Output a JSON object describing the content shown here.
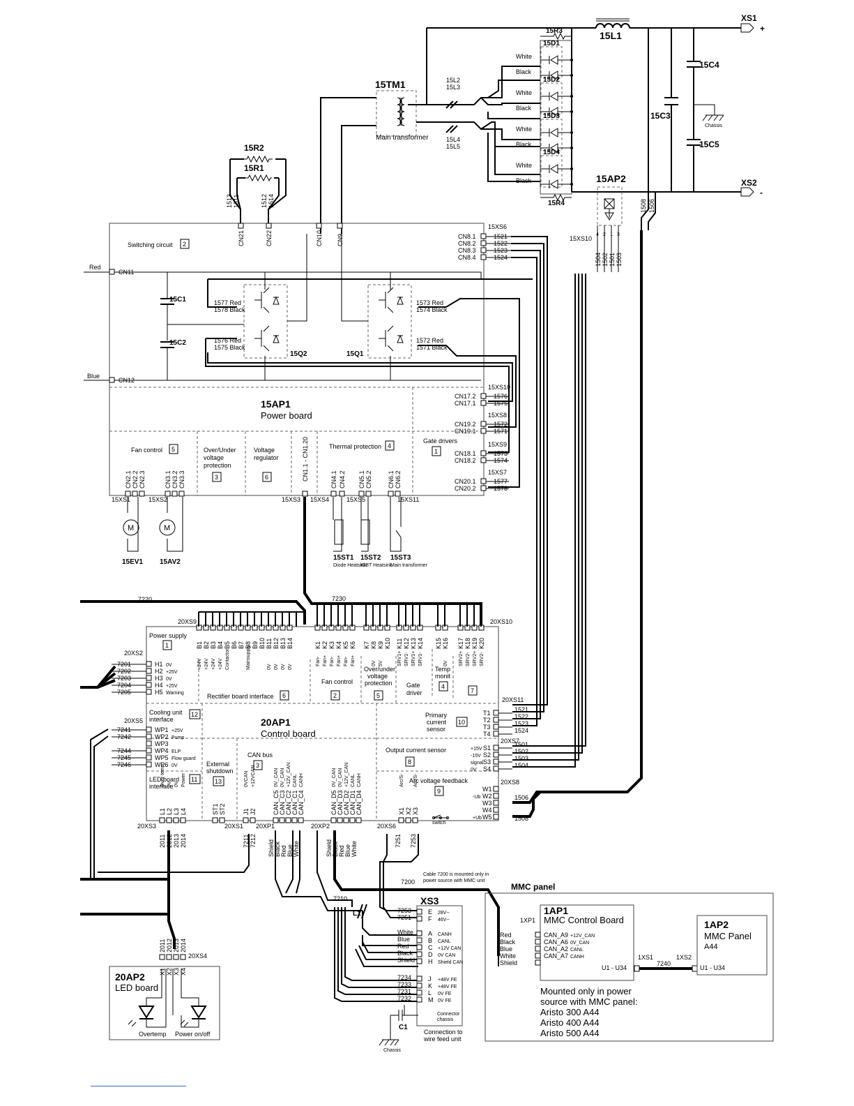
{
  "power": {
    "xs1": "XS1",
    "xs1_sign": "+",
    "xs2": "XS2",
    "xs2_sign": "-",
    "l1": "15L1",
    "c3": "15C3",
    "c4": "15C4",
    "c5": "15C5",
    "chassis": "Chassis",
    "r3": "15R3",
    "r4": "15R4",
    "diodes": [
      {
        "name": "15D1",
        "white": "White",
        "black": "Black"
      },
      {
        "name": "15D2",
        "white": "White",
        "black": "Black"
      },
      {
        "name": "15D3",
        "white": "White",
        "black": "Black"
      },
      {
        "name": "15D4",
        "white": "White",
        "black": "Black"
      }
    ],
    "tm1": "15TM1",
    "tm1_label": "Main transformer",
    "l2": "15L2",
    "l3": "15L3",
    "l4": "15L4",
    "l5": "15L5",
    "r2": "15R2",
    "r1": "15R1",
    "wires_r": [
      "1513",
      "1511",
      "1512",
      "1514"
    ],
    "ap2": "15AP2",
    "xs10_top": "15XS10",
    "ap2_wires": [
      "1504",
      "1502",
      "1501",
      "1503"
    ],
    "ap2_pins": [
      "4",
      "2",
      "1",
      "3"
    ],
    "w1508": "1508",
    "w1506": "1506"
  },
  "switching": {
    "title": "Switching circuit",
    "num": "2",
    "cn_top": [
      "CN21",
      "CN22",
      "CN10",
      "CN9"
    ],
    "red": "Red",
    "blue": "Blue",
    "cn11": "CN11",
    "cn12": "CN12",
    "c1": "15C1",
    "c2": "15C2",
    "q2": "15Q2",
    "q1": "15Q1",
    "q2_wires": [
      {
        "n": "1577",
        "c": "Red"
      },
      {
        "n": "1578",
        "c": "Black"
      },
      {
        "n": "1576",
        "c": "Red"
      },
      {
        "n": "1575",
        "c": "Black"
      }
    ],
    "q1_wires": [
      {
        "n": "1573",
        "c": "Red"
      },
      {
        "n": "1574",
        "c": "Black"
      },
      {
        "n": "1572",
        "c": "Red"
      },
      {
        "n": "1571",
        "c": "Black"
      }
    ],
    "xs6": "15XS6",
    "cn8": [
      {
        "cn": "CN8.1",
        "w": "1521"
      },
      {
        "cn": "CN8.2",
        "w": "1522"
      },
      {
        "cn": "CN8.3",
        "w": "1523"
      },
      {
        "cn": "CN8.4",
        "w": "1524"
      }
    ]
  },
  "powerboard": {
    "title": "15AP1",
    "subtitle": "Power board",
    "gate_drivers": "Gate drivers",
    "gate_num": "1",
    "fan_control": "Fan control",
    "fan_num": "5",
    "overunder": [
      "Over/Under",
      "voltage",
      "protection"
    ],
    "overunder_num": "3",
    "vreg": [
      "Voltage",
      "regulator"
    ],
    "vreg_num": "6",
    "cn1": "CN1.1 - CN1.20",
    "thermal": "Thermal protection",
    "thermal_num": "4",
    "xs10": "15XS10",
    "cn17": [
      {
        "cn": "CN17.2",
        "w": "1576"
      },
      {
        "cn": "CN17.1",
        "w": "1575"
      }
    ],
    "xs8": "15XS8",
    "cn19": [
      {
        "cn": "CN19.2",
        "w": "1572"
      },
      {
        "cn": "CN19.1",
        "w": "1571"
      }
    ],
    "xs9": "15XS9",
    "cn18": [
      {
        "cn": "CN18.1",
        "w": "1573"
      },
      {
        "cn": "CN18.2",
        "w": "1574"
      }
    ],
    "xs7": "15XS7",
    "cn20": [
      {
        "cn": "CN20.1",
        "w": "1577"
      },
      {
        "cn": "CN20.2",
        "w": "1578"
      }
    ],
    "bottom_pins": [
      "CN2.1",
      "CN2.2",
      "CN2.3",
      "CN3.1",
      "CN3.2",
      "CN3.3",
      "CN4.1",
      "CN4.2",
      "CN5.1",
      "CN5.2",
      "CN6.1",
      "CN6.2"
    ],
    "xs_bottom": [
      "15XS1",
      "15XS2",
      "15XS3",
      "15XS4",
      "15XS5",
      "15XS11"
    ],
    "ev1": "15EV1",
    "av2": "15AV2",
    "st1": "15ST1",
    "st1_label": "Diode Heatsink",
    "st2": "15ST2",
    "st2_label": "IGBT Heatsink",
    "st3": "15ST3",
    "st3_label": "Main transformer",
    "motor": "M"
  },
  "control": {
    "title": "20AP1",
    "subtitle": "Control board",
    "w7220": "7220",
    "w7230": "7230",
    "xs9": "20XS9",
    "xs10": "20XS10",
    "xs2": "20XS2",
    "b_pins": [
      "B1",
      "B2",
      "B3",
      "B4",
      "B5",
      "B6",
      "B7",
      "B8",
      "B9",
      "B10",
      "B11",
      "B12",
      "B13",
      "B14"
    ],
    "b_labels": [
      "+24V",
      "+24V",
      "+24V",
      "+24V",
      "Contactor",
      "",
      "",
      "Mainsupply",
      "",
      "",
      "0V",
      "0V",
      "0V",
      "0V"
    ],
    "k_pins": [
      "K1",
      "K2",
      "K3",
      "K4",
      "K5",
      "K6",
      "K7",
      "K8",
      "K9",
      "K10",
      "K11",
      "K12",
      "K13",
      "K14",
      "K15",
      "K16",
      "K17",
      "K18",
      "K19",
      "K20"
    ],
    "k_labels": [
      "Fan-",
      "Fan+",
      "Fan-",
      "Fan+",
      "Fan-",
      "Fan+",
      "",
      "0V",
      "5V",
      "",
      "SRV1+",
      "SRV1-",
      "SRV1+",
      "SRV1-",
      "",
      "0V",
      "SRV2+",
      "SRV2-",
      "SRV2+",
      "SRV2-"
    ],
    "power_supply": "Power supply",
    "ps_num": "1",
    "h_pins": [
      {
        "w": "7201",
        "p": "H1",
        "l": "0V"
      },
      {
        "w": "7202",
        "p": "H2",
        "l": "+25V"
      },
      {
        "w": "7203",
        "p": "H3",
        "l": "0V"
      },
      {
        "w": "7204",
        "p": "H4",
        "l": "+25V"
      },
      {
        "w": "7205",
        "p": "H5",
        "l": "Warning"
      }
    ],
    "rect_if": "Rectifier board interface",
    "rect_num": "6",
    "fan": "Fan control",
    "fan_num": "2",
    "overunder": [
      "Over/under",
      "voltage",
      "protection"
    ],
    "ou_num": "5",
    "gate": [
      "Gate",
      "driver"
    ],
    "temp": [
      "Temp",
      "monit"
    ],
    "temp_num": "4",
    "k_num": "7",
    "cooling": [
      "Cooling unit",
      "interface"
    ],
    "cool_num": "12",
    "xs5": "20XS5",
    "wp": [
      {
        "w": "7241",
        "p": "WP1",
        "l": "+25V"
      },
      {
        "w": "7242",
        "p": "WP2",
        "l": "Pump"
      },
      {
        "w": "",
        "p": "WP3",
        "l": ""
      },
      {
        "w": "7244",
        "p": "WP4",
        "l": "ELP"
      },
      {
        "w": "7245",
        "p": "WP5",
        "l": "Flow guard"
      },
      {
        "w": "7246",
        "p": "WP6",
        "l": "0V"
      }
    ],
    "primary": [
      "Primary",
      "current",
      "sensor"
    ],
    "prim_num": "10",
    "xs11": "20XS11",
    "t_pins": [
      {
        "p": "T1",
        "w": "1521"
      },
      {
        "p": "T2",
        "w": "1522"
      },
      {
        "p": "T3",
        "w": "1523"
      },
      {
        "p": "T4",
        "w": "1524"
      }
    ],
    "ext": [
      "External",
      "shutdown"
    ],
    "ext_num": "13",
    "can": "CAN bus",
    "can_num": "3",
    "output": "Output current sensor",
    "out_num": "8",
    "xs7": "20XS7",
    "s_pins": [
      {
        "p": "S1",
        "l": "+15V",
        "w": "1501"
      },
      {
        "p": "S2",
        "l": "-15V",
        "w": "1502"
      },
      {
        "p": "S3",
        "l": "signal",
        "w": "1503"
      },
      {
        "p": "S4",
        "l": "0V",
        "w": "1504"
      }
    ],
    "led_if": [
      "LED board",
      "interface"
    ],
    "led_num": "11",
    "arc": "Arc voltage feedback",
    "arc_num": "9",
    "xs8": "20XS8",
    "w_pins": [
      {
        "p": "W1",
        "l": "",
        "w": ""
      },
      {
        "p": "W2",
        "l": "-Ub",
        "w": "1506"
      },
      {
        "p": "W3",
        "l": "",
        "w": ""
      },
      {
        "p": "W4",
        "l": "",
        "w": ""
      },
      {
        "p": "W5",
        "l": "+Ub",
        "w": "1508"
      }
    ],
    "l_pins": [
      "L1",
      "L2",
      "L3",
      "L4"
    ],
    "l_labels": [
      "Over temp",
      "0V",
      "0V",
      "Power"
    ],
    "st_pins": [
      "ST1",
      "ST2"
    ],
    "j_pins": [
      "J1",
      "J2"
    ],
    "j_labels": [
      "0VCAN",
      "+12VCAN"
    ],
    "c_pins": [
      "CAN_C5",
      "CAN_C3",
      "CAN_C2",
      "CAN_C1",
      "CAN_C4"
    ],
    "c_labels": [
      "0V_CAN",
      "0V_CAN",
      "+12V_CAN",
      "CANL",
      "CANH"
    ],
    "d_pins": [
      "CAN_D5",
      "CAN_D3",
      "CAN_D2",
      "CAN_D1",
      "CAN_D4"
    ],
    "d_labels": [
      "0V_CAN",
      "0V_CAN",
      "+12V_CAN",
      "CANL",
      "CANH"
    ],
    "x_pins": [
      "X1",
      "X2",
      "X3"
    ],
    "x_labels": [
      "Arc/S-",
      "",
      "Arc/S-"
    ],
    "switch": "switch",
    "xs3": "20XS3",
    "xs1": "20XS1",
    "xp1": "20XP1",
    "xp2": "20XP2",
    "xs6": "20XS6",
    "w_led": [
      "2011",
      "2012",
      "2013",
      "2014"
    ],
    "w_j": [
      "7211",
      "7212"
    ],
    "can_colors": [
      "Shield",
      "Black",
      "Red",
      "Blue",
      "White"
    ],
    "w_x": [
      "7251",
      "7253"
    ]
  },
  "bottom": {
    "w7200": "7200",
    "cable_note": [
      "Cable 7200 is mounted only in",
      "power source with MMC unit"
    ],
    "w7210": "7210",
    "l1": "L1",
    "xs3": "XS3",
    "xs3_top": [
      {
        "w": "7253",
        "p": "E",
        "l": "28V~"
      },
      {
        "w": "7251",
        "p": "F",
        "l": "46V~"
      }
    ],
    "xs3_mid": [
      {
        "w": "White",
        "p": "A",
        "l": "CANH"
      },
      {
        "w": "Blue",
        "p": "B",
        "l": "CANL"
      },
      {
        "w": "Red",
        "p": "C",
        "l": "+12V CAN"
      },
      {
        "w": "Black",
        "p": "D",
        "l": "0V CAN"
      },
      {
        "w": "Shield",
        "p": "H",
        "l": "Shield CAN"
      }
    ],
    "xs3_bot": [
      {
        "w": "7234",
        "p": "J",
        "l": "+48V FE"
      },
      {
        "w": "7233",
        "p": "K",
        "l": "+48V FE"
      },
      {
        "w": "7231",
        "p": "L",
        "l": "0V FE"
      },
      {
        "w": "7232",
        "p": "M",
        "l": "0V FE"
      }
    ],
    "connector_chassis": [
      "Connector",
      "chassis"
    ],
    "c1": "C1",
    "chassis": "Chassis",
    "conn_note": [
      "Connection to",
      "wire feed unit"
    ],
    "led_w": [
      "2011",
      "2012",
      "2013",
      "2014"
    ],
    "xs4": "20XS4",
    "ledboard": "20AP2",
    "ledboard_sub": "LED board",
    "led_pins": [
      "X1",
      "X2",
      "X3",
      "X4"
    ],
    "overtemp": "Overtemp",
    "poweronoff": "Power on/off"
  },
  "mmc": {
    "panel": "MMC panel",
    "ap1": "1AP1",
    "ap1_sub": "MMC Control Board",
    "xp1": "1XP1",
    "can": [
      {
        "c": "Red",
        "p": "CAN_A9",
        "l": "+12V_CAN"
      },
      {
        "c": "Black",
        "p": "CAN_A6",
        "l": "0V_CAN"
      },
      {
        "c": "Blue",
        "p": "CAN_A2",
        "l": "CANL"
      },
      {
        "c": "White",
        "p": "CAN_A7",
        "l": "CANH"
      },
      {
        "c": "Shield",
        "p": "",
        "l": ""
      }
    ],
    "u1": "U1 - U34",
    "xs1": "1XS1",
    "w7240": "7240",
    "xs2": "1XS2",
    "ap2": "1AP2",
    "ap2_sub1": "MMC Panel",
    "ap2_sub2": "A44",
    "u1b": "U1 - U34",
    "note": [
      "Mounted only in power",
      "source with MMC panel:",
      "Aristo 300 A44",
      "Aristo 400 A44",
      "Aristo 500 A44"
    ]
  }
}
